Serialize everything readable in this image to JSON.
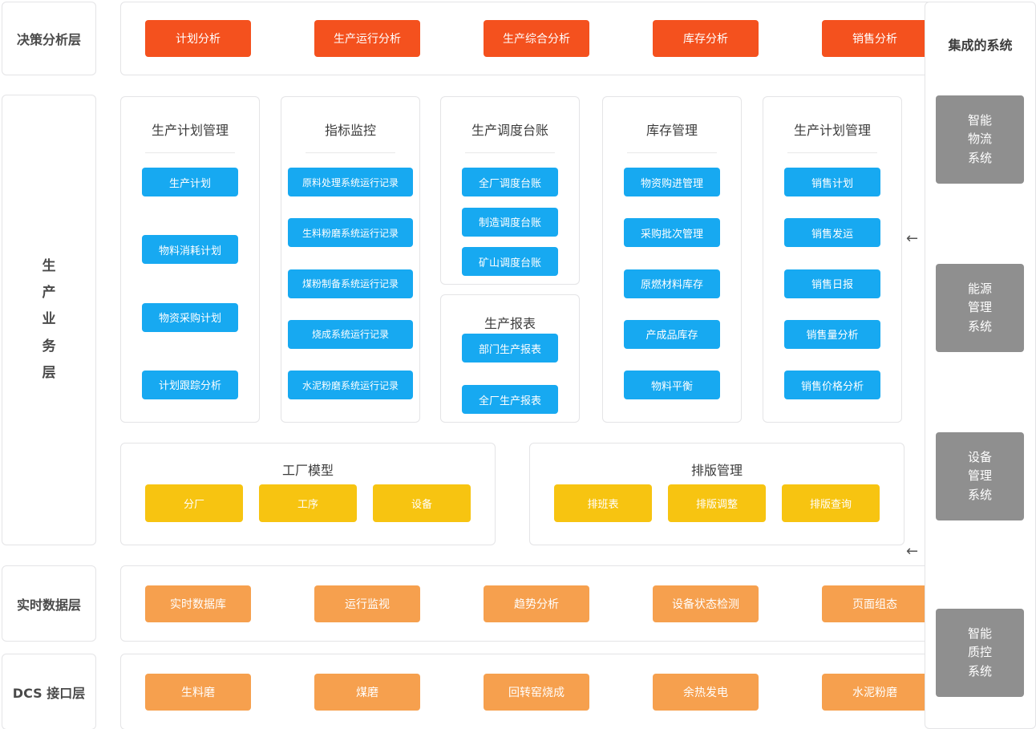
{
  "colors": {
    "red": "#f4511e",
    "blue": "#17a9f1",
    "yellow": "#f7c411",
    "orange": "#f6a04e",
    "gray": "#8f8f8f"
  },
  "left_layers": {
    "decision": "决策分析层",
    "business": "生\n产\n业\n务\n层",
    "realtime": "实时数据层",
    "dcs": "DCS 接口层"
  },
  "decision_row": {
    "buttons": [
      "计划分析",
      "生产运行分析",
      "生产综合分析",
      "库存分析",
      "销售分析"
    ]
  },
  "business_cards": [
    {
      "title": "生产计划管理",
      "buttons": [
        "生产计划",
        "物料消耗计划",
        "物资采购计划",
        "计划跟踪分析"
      ]
    },
    {
      "title": "指标监控",
      "buttons": [
        "原料处理系统运行记录",
        "生料粉磨系统运行记录",
        "煤粉制备系统运行记录",
        "烧成系统运行记录",
        "水泥粉磨系统运行记录"
      ]
    },
    {
      "title": "生产调度台账",
      "buttons": [
        "全厂调度台账",
        "制造调度台账",
        "矿山调度台账"
      ]
    },
    {
      "title": "生产报表",
      "buttons": [
        "部门生产报表",
        "全厂生产报表"
      ]
    },
    {
      "title": "库存管理",
      "buttons": [
        "物资购进管理",
        "采购批次管理",
        "原燃材料库存",
        "产成品库存",
        "物料平衡"
      ]
    },
    {
      "title": "生产计划管理",
      "buttons": [
        "销售计划",
        "销售发运",
        "销售日报",
        "销售量分析",
        "销售价格分析"
      ]
    }
  ],
  "model_cards": [
    {
      "title": "工厂模型",
      "buttons": [
        "分厂",
        "工序",
        "设备"
      ]
    },
    {
      "title": "排版管理",
      "buttons": [
        "排班表",
        "排版调整",
        "排版查询"
      ]
    }
  ],
  "realtime_row": {
    "buttons": [
      "实时数据库",
      "运行监视",
      "趋势分析",
      "设备状态检测",
      "页面组态"
    ]
  },
  "dcs_row": {
    "buttons": [
      "生料磨",
      "煤磨",
      "回转窑烧成",
      "余热发电",
      "水泥粉磨"
    ]
  },
  "integrated": {
    "title": "集成的系统",
    "systems": [
      "智能\n物流\n系统",
      "能源\n管理\n系统",
      "设备\n管理\n系统",
      "智能\n质控\n系统"
    ]
  },
  "arrow": "←"
}
